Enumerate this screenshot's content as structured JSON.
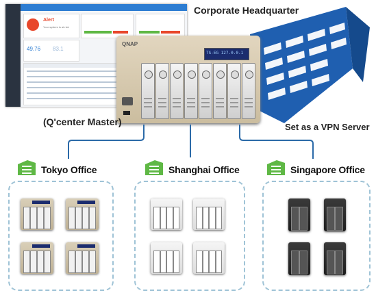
{
  "diagram": {
    "headquarter_label": "Corporate Headquarter",
    "master_label": "(Q'center Master)",
    "vpn_label": "Set as a VPN Server",
    "nas_brand": "QNAP",
    "nas_display": "TS-EG 127.0.0.1",
    "offices": [
      {
        "name": "Tokyo Office"
      },
      {
        "name": "Shanghai Office"
      },
      {
        "name": "Singapore Office"
      }
    ],
    "dashboard": {
      "alert_title": "Alert",
      "alert_text": "Your system is at risk",
      "stat_left": "49.76",
      "stat_right": "83.1"
    },
    "colors": {
      "connector": "#2b6aa8",
      "office_border": "#9fc3d6",
      "building_fill": "#1f5fb0",
      "icon_green": "#5fb845",
      "alert_red": "#e8472b",
      "dashboard_header": "#2d7dd2"
    }
  }
}
